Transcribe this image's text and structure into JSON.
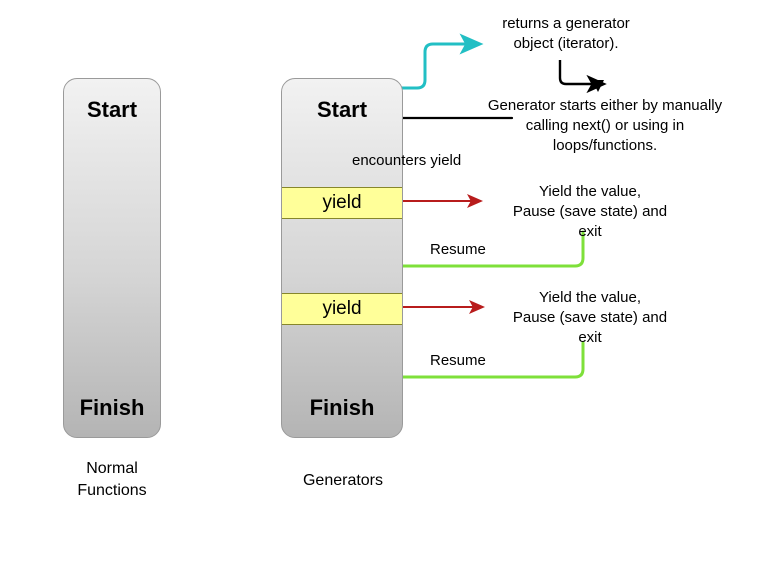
{
  "diagram": {
    "title_hidden": "Normal Functions vs Generators execution flow",
    "columns": [
      {
        "id": "normal",
        "caption": "Normal\nFunctions",
        "start_label": "Start",
        "finish_label": "Finish"
      },
      {
        "id": "generators",
        "caption": "Generators",
        "start_label": "Start",
        "finish_label": "Finish",
        "yield_bands": [
          {
            "label": "yield"
          },
          {
            "label": "yield"
          }
        ]
      }
    ],
    "annotations": {
      "returns_generator": "returns a generator\nobject (iterator).",
      "generator_starts": "Generator starts either by manually\ncalling next() or using in\nloops/functions.",
      "encounters_yield": "encounters yield",
      "yield_pause_1": "Yield  the value,\nPause (save state) and\nexit",
      "yield_pause_2": "Yield  the value,\nPause (save state) and\nexit",
      "resume_1": "Resume",
      "resume_2": "Resume"
    },
    "colors": {
      "yield_band": "#ffff99",
      "yield_band_border": "#86862b",
      "cyan_arrow": "#22bfc4",
      "red_arrow": "#b81c1c",
      "green_arrow": "#7ee03a",
      "black_arrow": "#000000",
      "box_top": "#f2f2f2",
      "box_bottom": "#b4b4b4",
      "background": "#ffffff"
    }
  }
}
